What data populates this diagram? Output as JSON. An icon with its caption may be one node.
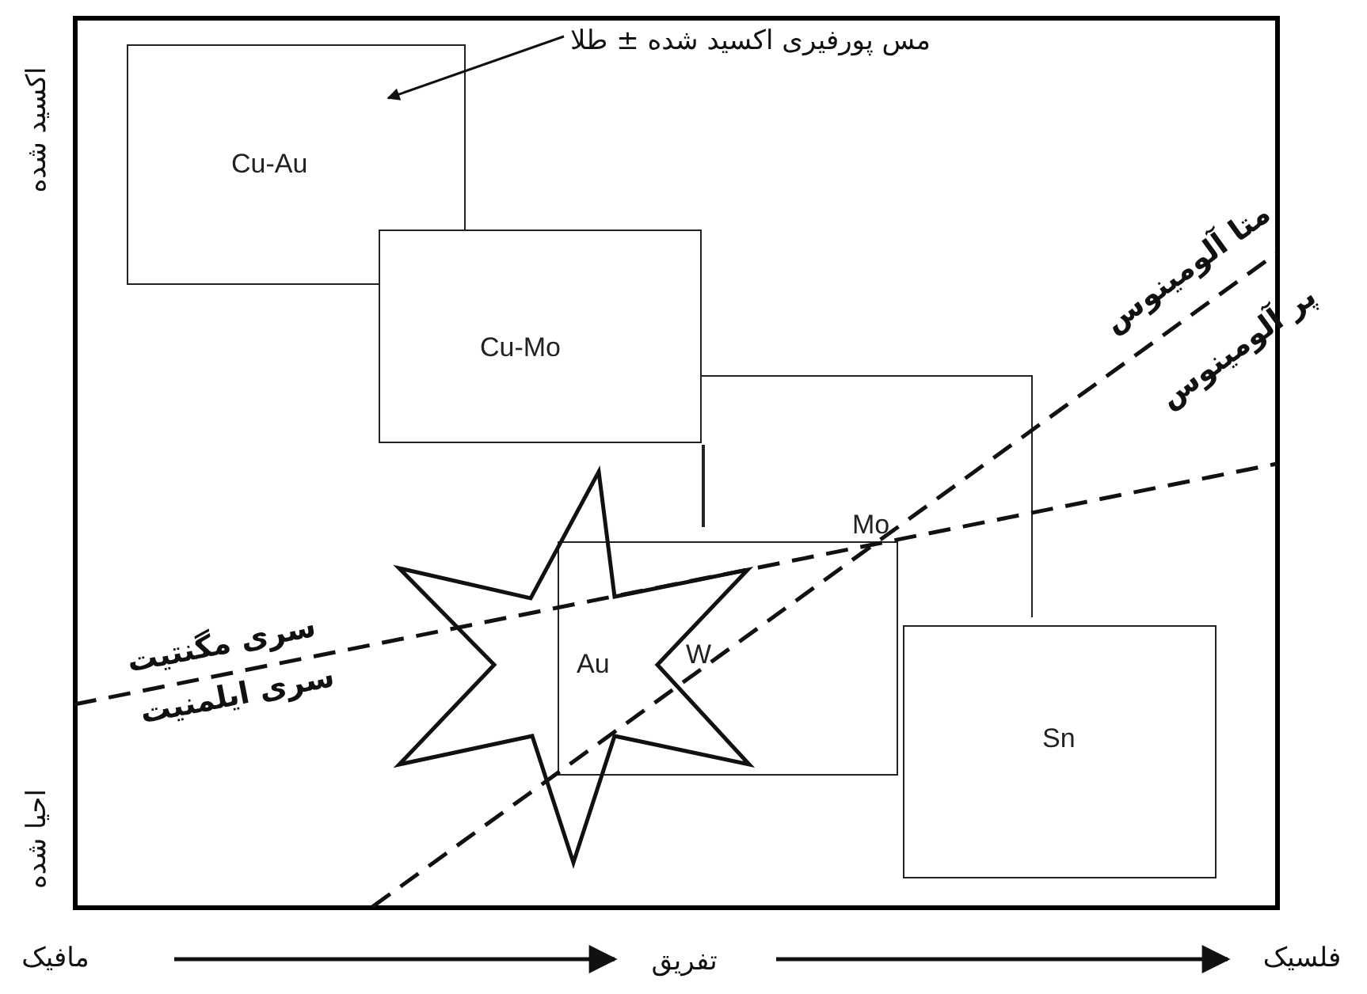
{
  "diagram": {
    "nodes": [
      {
        "text": [
          "مس پورفیری اکسید شده ± طلا"
        ]
      },
      {
        "text": [
          "Cu-Au"
        ]
      },
      {
        "text": [
          "Cu-Mo"
        ]
      },
      {
        "text": [
          "Mo"
        ]
      },
      {
        "text": [
          "Au",
          "W"
        ]
      },
      {
        "text": [
          "Sn"
        ]
      },
      {
        "text": [],
        "shape": "star"
      }
    ],
    "edges": [
      {
        "from": 0,
        "to": 1,
        "arrow": "to"
      }
    ],
    "labels": [
      "اکسید شده",
      "احیا شده",
      "متا آلومینوس",
      "پر آلومینوس",
      "سری مگنتیت",
      "سری ایلمنیت",
      "مافیک",
      "تفریق",
      "فلسیک"
    ]
  }
}
